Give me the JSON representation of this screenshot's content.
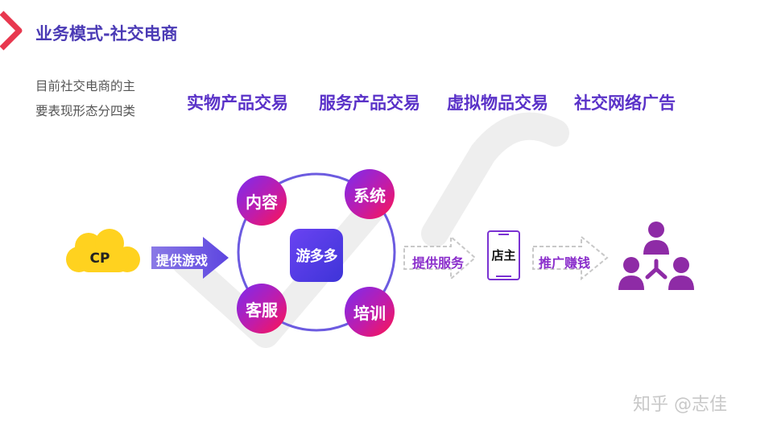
{
  "title": "业务模式-社交电商",
  "intro": [
    "目前社交电商的主",
    "要表现形态分四类"
  ],
  "categories": [
    "实物产品交易",
    "服务产品交易",
    "虚拟物品交易",
    "社交网络广告"
  ],
  "cloud_label": "CP",
  "arrow1_label": "提供游戏",
  "center_logo": "游多多",
  "bubbles": [
    "内容",
    "系统",
    "客服",
    "培训"
  ],
  "arrow2_label": "提供服务",
  "phone_label": "店主",
  "arrow3_label": "推广赚钱",
  "watermark": "知乎 @志佳",
  "colors": {
    "title": "#4b3bb5",
    "categories": "#5a32c8",
    "cloud": "#ffd21f",
    "purple": "#7a32d2",
    "accent_red": "#e8384f"
  }
}
